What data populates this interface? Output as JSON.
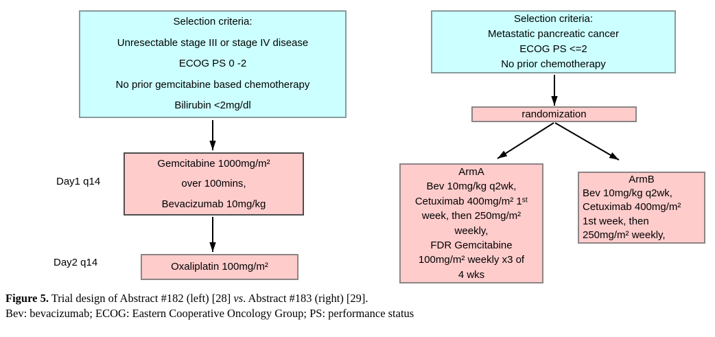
{
  "left": {
    "criteria_box": {
      "lines": [
        "Selection criteria:",
        "Unresectable stage III or stage IV disease",
        "ECOG PS 0 -2",
        "No prior gemcitabine based chemotherapy",
        "Bilirubin <2mg/dl"
      ]
    },
    "day1_label": "Day1 q14",
    "gemcitabine_box": {
      "lines": [
        "Gemcitabine 1000mg/m²",
        "over 100mins,",
        "Bevacizumab 10mg/kg"
      ]
    },
    "day2_label": "Day2 q14",
    "oxaliplatin_box": {
      "lines": [
        "Oxaliplatin 100mg/m²"
      ]
    }
  },
  "right": {
    "criteria_box": {
      "lines": [
        "Selection criteria:",
        "Metastatic pancreatic cancer",
        "ECOG PS <=2",
        "No prior chemotherapy"
      ]
    },
    "randomization_label": "randomization",
    "arm_a_box": {
      "lines": [
        "ArmA",
        "Bev 10mg/kg q2wk,",
        "Cetuximab 400mg/m² 1ˢᵗ",
        "week, then 250mg/m²",
        "weekly,",
        "FDR Gemcitabine",
        "100mg/m² weekly x3 of",
        "4 wks"
      ]
    },
    "arm_b_box": {
      "lines": [
        "ArmB",
        "Bev 10mg/kg q2wk,",
        "Cetuximab 400mg/m²",
        "1st week, then",
        "250mg/m² weekly,"
      ]
    }
  },
  "caption": {
    "figure_label": "Figure 5.",
    "text_before_vs": " Trial design of Abstract #182 (left) [28] ",
    "vs": "vs",
    "text_after_vs": ". Abstract #183 (right) [29].",
    "abbreviations": "Bev: bevacizumab; ECOG: Eastern Cooperative Oncology Group; PS: performance status"
  },
  "colors": {
    "criteria_fill": "#ccffff",
    "treatment_fill": "#ffcccc",
    "border_gray": "#8c8484",
    "border_dark": "#4d4d4d",
    "arrow": "#000000"
  }
}
